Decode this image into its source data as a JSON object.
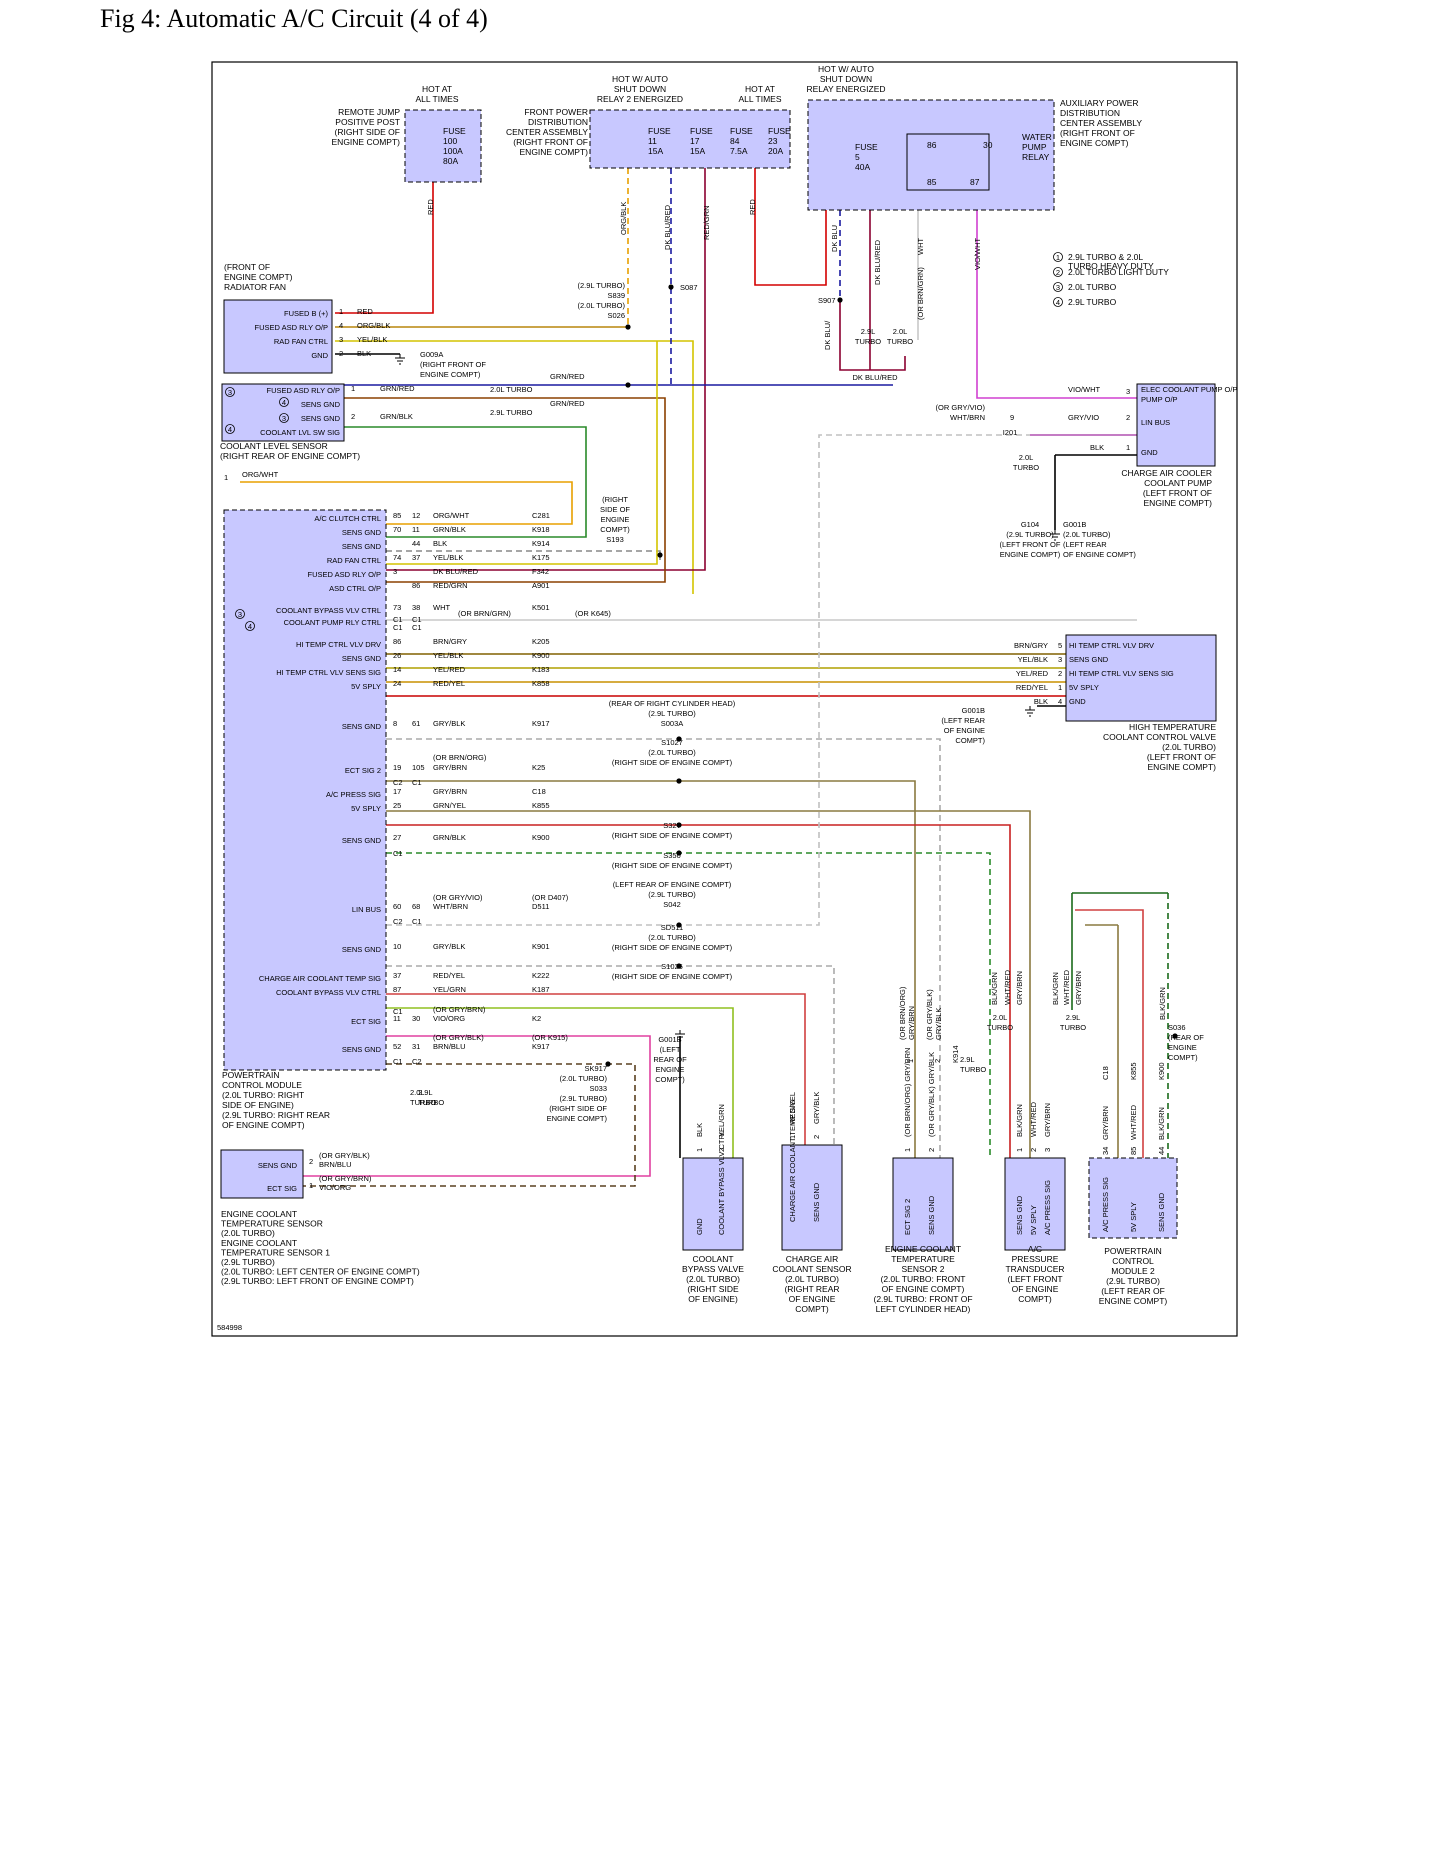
{
  "title": "Fig 4: Automatic A/C Circuit (4 of 4)",
  "figure_number": "584998",
  "colors": {
    "module_fill": "#c8c8ff",
    "frame": "#000000"
  },
  "notes": [
    {
      "sym": "1",
      "text": [
        "2.9L TURBO & 2.0L",
        "TURBO HEAVY DUTY"
      ]
    },
    {
      "sym": "2",
      "text": [
        "2.0L TURBO LIGHT DUTY"
      ]
    },
    {
      "sym": "3",
      "text": [
        "2.0L TURBO"
      ]
    },
    {
      "sym": "4",
      "text": [
        "2.9L TURBO"
      ]
    }
  ],
  "power": {
    "hot_at_all_times_1": [
      "HOT AT",
      "ALL TIMES"
    ],
    "hot_asd2": [
      "HOT W/ AUTO",
      "SHUT DOWN",
      "RELAY 2 ENERGIZED"
    ],
    "hot_at_all_times_2": [
      "HOT AT",
      "ALL TIMES"
    ],
    "hot_asd": [
      "HOT W/ AUTO",
      "SHUT DOWN",
      "RELAY ENERGIZED"
    ],
    "remote_jump": [
      "REMOTE JUMP",
      "POSITIVE POST",
      "(RIGHT SIDE OF",
      "ENGINE COMPT)"
    ],
    "front_pdc": [
      "FRONT POWER",
      "DISTRIBUTION",
      "CENTER ASSEMBLY",
      "(RIGHT FRONT OF",
      "ENGINE COMPT)"
    ],
    "aux_pdc": [
      "AUXILIARY POWER",
      "DISTRIBUTION",
      "CENTER ASSEMBLY",
      "(RIGHT FRONT OF",
      "ENGINE COMPT)"
    ],
    "fuse100": [
      "FUSE",
      "100",
      "100A",
      "80A"
    ],
    "fuse11": [
      "FUSE",
      "11",
      "15A"
    ],
    "fuse17": [
      "FUSE",
      "17",
      "15A"
    ],
    "fuse84": [
      "FUSE",
      "84",
      "7.5A"
    ],
    "fuse23": [
      "FUSE",
      "23",
      "20A"
    ],
    "fuse5": [
      "FUSE",
      "5",
      "40A"
    ],
    "wp_relay": [
      "WATER",
      "PUMP",
      "RELAY"
    ],
    "relay_pins": [
      "86",
      "30",
      "85",
      "87"
    ]
  },
  "vertical_wires": [
    {
      "text": "RED"
    },
    {
      "text": "ORG/BLK"
    },
    {
      "text": "DK BLU/RED"
    },
    {
      "text": "RED/GRN"
    },
    {
      "text": "RED"
    },
    {
      "text": "DK BLU"
    },
    {
      "text": "DK BLU/RED"
    },
    {
      "text": "WHT"
    },
    {
      "text": "(OR BRN/GRN)"
    },
    {
      "text": "VIO/WHT"
    },
    {
      "text": "DK BLU/"
    }
  ],
  "splices": {
    "s839": [
      "(2.9L TURBO)",
      "S839",
      "(2.0L TURBO)",
      "S026"
    ],
    "s087": "S087",
    "s907": "S907",
    "turbo29": [
      "2.9L",
      "TURBO"
    ],
    "turbo20": [
      "2.0L",
      "TURBO"
    ],
    "dkblured": "DK BLU/RED",
    "g009": [
      "G009A",
      "(RIGHT FRONT OF",
      "ENGINE COMPT)"
    ],
    "grnred1": "GRN/RED",
    "grnred2": "GRN/RED",
    "t20": "2.0L TURBO",
    "t29": "2.9L TURBO",
    "s193": [
      "(RIGHT",
      "SIDE OF",
      "ENGINE",
      "COMPT)",
      "S193"
    ],
    "g104": [
      "G104",
      "(2.9L TURBO)",
      "(LEFT FRONT OF",
      "ENGINE COMPT)"
    ],
    "g001b": [
      "G001B",
      "(2.0L TURBO)",
      "(LEFT REAR",
      "OF ENGINE COMPT)"
    ],
    "i201": "I201",
    "lin_turbo": [
      "2.0L",
      "TURBO"
    ],
    "g001b_2": [
      "G001B",
      "(LEFT REAR",
      "OF ENGINE",
      "COMPT)"
    ],
    "s003a": [
      "(REAR OF RIGHT CYLINDER HEAD)",
      "(2.9L TURBO)",
      "S003A"
    ],
    "s1027": [
      "S1027",
      "(2.0L TURBO)",
      "(RIGHT SIDE OF ENGINE COMPT)"
    ],
    "s327": [
      "S327",
      "(RIGHT SIDE OF ENGINE COMPT)"
    ],
    "s350": [
      "S350",
      "(RIGHT SIDE OF ENGINE COMPT)"
    ],
    "s042": [
      "(LEFT REAR OF ENGINE COMPT)",
      "(2.9L TURBO)",
      "S042"
    ],
    "sd511": [
      "SD511",
      "(2.0L TURBO)",
      "(RIGHT SIDE OF ENGINE COMPT)"
    ],
    "s1025": [
      "S1025",
      "(RIGHT SIDE OF ENGINE COMPT)"
    ],
    "g001b_3": [
      "G001B",
      "(LEFT",
      "REAR OF",
      "ENGINE",
      "COMPT)"
    ],
    "sk917": [
      "SK917",
      "(2.0L TURBO)",
      "S033",
      "(2.9L TURBO)",
      "(RIGHT SIDE OF",
      "ENGINE COMPT)"
    ],
    "s036": [
      "S036",
      "(REAR OF",
      "ENGINE",
      "COMPT)"
    ],
    "ect_turbo": [
      "2.9L",
      "TURBO"
    ],
    "ac_turbo20": [
      "2.0L",
      "TURBO"
    ],
    "ac_turbo29": [
      "2.9L",
      "TURBO"
    ]
  },
  "radiator_fan": {
    "label": [
      "(FRONT OF",
      "ENGINE COMPT)",
      "RADIATOR FAN"
    ],
    "pins": [
      {
        "name": "FUSED B (+)",
        "pin": "1",
        "wire": "RED"
      },
      {
        "name": "FUSED ASD RLY O/P",
        "pin": "4",
        "wire": "ORG/BLK"
      },
      {
        "name": "RAD FAN CTRL",
        "pin": "3",
        "wire": "YEL/BLK"
      },
      {
        "name": "GND",
        "pin": "2",
        "wire": "BLK"
      }
    ]
  },
  "coolant_level": {
    "label": [
      "COOLANT LEVEL SENSOR",
      "(RIGHT REAR OF ENGINE COMPT)"
    ],
    "pins": [
      {
        "name": "FUSED ASD RLY O/P",
        "pin": "1",
        "wire": "GRN/RED"
      },
      {
        "name": "SENS GND",
        "pin": "",
        "wire": ""
      },
      {
        "name": "SENS GND",
        "pin": "2",
        "wire": "GRN/BLK"
      },
      {
        "name": "COOLANT LVL SW SIG",
        "pin": "",
        "wire": ""
      }
    ],
    "extra_pin": "1",
    "extra_wire": "ORG/WHT"
  },
  "pcm": {
    "label": [
      "POWERTRAIN",
      "CONTROL MODULE",
      "(2.0L TURBO: RIGHT",
      "SIDE OF ENGINE)",
      "(2.9L TURBO: RIGHT REAR",
      "OF ENGINE COMPT)"
    ],
    "rows": [
      {
        "name": "A/C CLUTCH CTRL",
        "p1": "85",
        "p2": "12",
        "wire": "ORG/WHT",
        "ckt": "C281"
      },
      {
        "name": "SENS GND",
        "p1": "70",
        "p2": "11",
        "wire": "GRN/BLK",
        "ckt": "K918"
      },
      {
        "name": "SENS GND",
        "p1": "",
        "p2": "44",
        "wire": "BLK",
        "ckt": "K914"
      },
      {
        "name": "RAD FAN CTRL",
        "p1": "74",
        "p2": "37",
        "wire": "YEL/BLK",
        "ckt": "K175"
      },
      {
        "name": "FUSED ASD RLY O/P",
        "p1": "3",
        "p2": "",
        "wire": "DK BLU/RED",
        "ckt": "F342"
      },
      {
        "name": "ASD CTRL O/P",
        "p1": "",
        "p2": "86",
        "wire": "RED/GRN",
        "ckt": "A901"
      },
      {
        "name": "COOLANT BYPASS VLV CTRL",
        "p1": "73",
        "p2": "38",
        "wire": "WHT",
        "ckt": "K501"
      },
      {
        "name": "COOLANT PUMP RLY CTRL",
        "p1": "C1",
        "p2": "C1",
        "wire": "",
        "ckt": ""
      },
      {
        "name": "HI TEMP CTRL VLV DRV",
        "p1": "86",
        "p2": "",
        "wire": "BRN/GRY",
        "ckt": "K205"
      },
      {
        "name": "SENS GND",
        "p1": "26",
        "p2": "",
        "wire": "YEL/BLK",
        "ckt": "K900"
      },
      {
        "name": "HI TEMP CTRL VLV SENS SIG",
        "p1": "14",
        "p2": "",
        "wire": "YEL/RED",
        "ckt": "K183"
      },
      {
        "name": "5V SPLY",
        "p1": "24",
        "p2": "",
        "wire": "RED/YEL",
        "ckt": "K858"
      },
      {
        "name": "SENS GND",
        "p1": "8",
        "p2": "61",
        "wire": "GRY/BLK",
        "ckt": "K917"
      },
      {
        "name": "ECT SIG 2",
        "p1": "19",
        "p2": "105",
        "wire": "GRY/BRN",
        "ckt": "K25"
      },
      {
        "name": "A/C PRESS SIG",
        "p1": "17",
        "p2": "",
        "wire": "GRY/BRN",
        "ckt": "C18"
      },
      {
        "name": "5V SPLY",
        "p1": "25",
        "p2": "",
        "wire": "GRN/YEL",
        "ckt": "K855"
      },
      {
        "name": "SENS GND",
        "p1": "27",
        "p2": "",
        "wire": "GRN/BLK",
        "ckt": "K900"
      },
      {
        "name": "LIN BUS",
        "p1": "60",
        "p2": "68",
        "wire": "WHT/BRN",
        "ckt": "D511"
      },
      {
        "name": "SENS GND",
        "p1": "10",
        "p2": "",
        "wire": "GRY/BLK",
        "ckt": "K901"
      },
      {
        "name": "CHARGE AIR COOLANT TEMP SIG",
        "p1": "37",
        "p2": "",
        "wire": "RED/YEL",
        "ckt": "K222"
      },
      {
        "name": "COOLANT BYPASS VLV CTRL",
        "p1": "87",
        "p2": "",
        "wire": "YEL/GRN",
        "ckt": "K187"
      },
      {
        "name": "ECT SIG",
        "p1": "11",
        "p2": "30",
        "wire": "VIO/ORG",
        "ckt": "K2"
      },
      {
        "name": "SENS GND",
        "p1": "52",
        "p2": "31",
        "wire": "BRN/BLU",
        "ckt": "K917"
      }
    ],
    "alt": {
      "k501": "(OR BRN/GRN)",
      "k645": "(OR K645)",
      "brnorg": "(OR BRN/ORG)",
      "gryvio": "(OR GRY/VIO)",
      "d407": "(OR D407)",
      "grybrn": "(OR GRY/BRN)",
      "gryblk": "(OR GRY/BLK)",
      "k915": "(OR K915)"
    },
    "connectors": [
      "C1",
      "C1",
      "C1",
      "C2",
      "C1",
      "C2",
      "C1",
      "C2",
      "C1",
      "C1",
      "C2",
      "C1"
    ],
    "turbo_tags": [
      "2.0L",
      "TURBO",
      "2.9L",
      "TURBO"
    ]
  },
  "elec_pump": {
    "label": [
      "CHARGE AIR COOLER",
      "COOLANT PUMP",
      "(LEFT FRONT OF",
      "ENGINE COMPT)"
    ],
    "pins": [
      {
        "name": "ELEC COOLANT PUMP O/P",
        "pin": "3",
        "wire": "VIO/WHT"
      },
      {
        "name": "LIN BUS",
        "pin": "2",
        "wire": "GRY/VIO"
      },
      {
        "name": "GND",
        "pin": "1",
        "wire": "BLK"
      }
    ],
    "lin_alt": [
      "(OR GRY/VIO)",
      "WHT/BRN"
    ],
    "lin_pin": "9"
  },
  "hi_temp_valve": {
    "label": [
      "HIGH TEMPERATURE",
      "COOLANT CONTROL VALVE",
      "(2.0L TURBO)",
      "(LEFT FRONT OF",
      "ENGINE COMPT)"
    ],
    "pins": [
      {
        "name": "HI TEMP CTRL VLV DRV",
        "pin": "5",
        "wire": "BRN/GRY"
      },
      {
        "name": "SENS GND",
        "pin": "3",
        "wire": "YEL/BLK"
      },
      {
        "name": "HI TEMP CTRL VLV SENS SIG",
        "pin": "2",
        "wire": "YEL/RED"
      },
      {
        "name": "5V SPLY",
        "pin": "1",
        "wire": "RED/YEL"
      },
      {
        "name": "GND",
        "pin": "4",
        "wire": "BLK"
      }
    ]
  },
  "ect1": {
    "label": [
      "ENGINE COOLANT",
      "TEMPERATURE SENSOR",
      "(2.0L TURBO)",
      "ENGINE COOLANT",
      "TEMPERATURE SENSOR 1",
      "(2.9L TURBO)",
      "(2.0L TURBO: LEFT CENTER OF ENGINE COMPT)",
      "(2.9L TURBO: LEFT FRONT OF ENGINE COMPT)"
    ],
    "pins": [
      {
        "name": "SENS GND",
        "pin": "2",
        "wire": "BRN/BLU",
        "alt": "(OR GRY/BLK)"
      },
      {
        "name": "ECT SIG",
        "pin": "1",
        "wire": "VIO/ORG",
        "alt": "(OR GRY/BRN)"
      }
    ]
  },
  "bottom": {
    "bypass": {
      "label": [
        "COOLANT",
        "BYPASS VALVE",
        "(2.0L TURBO)",
        "(RIGHT SIDE",
        "OF ENGINE)"
      ],
      "pins": [
        "GND",
        "COOLANT BYPASS VLV CTRL"
      ],
      "nums": [
        "1",
        "2"
      ],
      "wires": [
        "BLK",
        "YEL/GRN"
      ]
    },
    "cac": {
      "label": [
        "CHARGE AIR",
        "COOLANT SENSOR",
        "(2.0L TURBO)",
        "(RIGHT REAR",
        "OF ENGINE",
        "COMPT)"
      ],
      "pins": [
        "CHARGE AIR COOLANT TEMP SIG",
        "SENS GND"
      ],
      "nums": [
        "1",
        "2"
      ],
      "wires": [
        "RED/YEL",
        "GRY/BLK"
      ]
    },
    "ect2": {
      "label": [
        "ENGINE COOLANT",
        "TEMPERATURE",
        "SENSOR 2",
        "(2.0L TURBO: FRONT",
        "OF ENGINE COMPT)",
        "(2.9L TURBO: FRONT OF",
        "LEFT CYLINDER HEAD)"
      ],
      "pins": [
        "ECT SIG 2",
        "SENS GND"
      ],
      "nums": [
        "1",
        "2"
      ],
      "wires": [
        "(OR BRN/ORG) GRY/BRN",
        "(OR GRY/BLK) GRY/BLK"
      ]
    },
    "acp": {
      "label": [
        "A/C",
        "PRESSURE",
        "TRANSDUCER",
        "(LEFT FRONT",
        "OF ENGINE",
        "COMPT)"
      ],
      "pins": [
        "SENS GND",
        "5V SPLY",
        "A/C PRESS SIG"
      ],
      "nums": [
        "1",
        "2",
        "3"
      ],
      "wires": [
        "BLK/GRN",
        "WHT/RED",
        "GRY/BRN"
      ]
    },
    "pcm2": {
      "label": [
        "POWERTRAIN",
        "CONTROL",
        "MODULE 2",
        "(2.9L TURBO)",
        "(LEFT REAR OF",
        "ENGINE COMPT)"
      ],
      "pins": [
        "A/C PRESS SIG",
        "5V SPLY",
        "SENS GND"
      ],
      "nums": [
        "34",
        "85",
        "44"
      ],
      "ckts": [
        "C18",
        "K855",
        "K900"
      ],
      "wires": [
        "GRY/BRN",
        "WHT/RED",
        "BLK/GRN"
      ]
    }
  },
  "ect2_upper": [
    "(OR BRN/ORG)",
    "GRY/BRN",
    "(OR GRY/BLK)",
    "GRY/BLK",
    "1",
    "2",
    "K914"
  ],
  "acp_upper": [
    "BLK/GRN",
    "WHT/RED",
    "GRY/BRN",
    "BLK/GRN",
    "WHT/RED",
    "GRY/BRN"
  ],
  "pcm2_upper": "BLK/GRN"
}
